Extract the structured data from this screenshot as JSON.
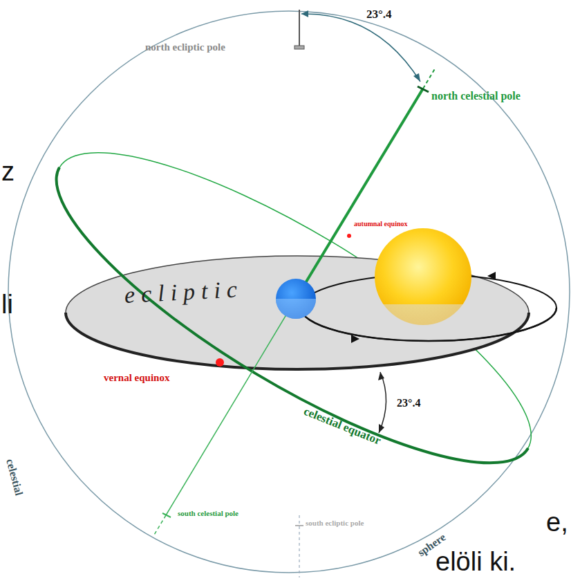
{
  "diagram": {
    "labels": [
      "23°.4",
      "north ecliptic pole",
      "north celestial pole",
      "z",
      "autumnal equinox",
      "ecliptic",
      "li",
      "vernal equinox",
      "23°.4",
      "celestial equator",
      "celestial",
      "e,",
      "south celestial pole",
      "south ecliptic pole",
      "sphere",
      "elöli ki."
    ]
  }
}
